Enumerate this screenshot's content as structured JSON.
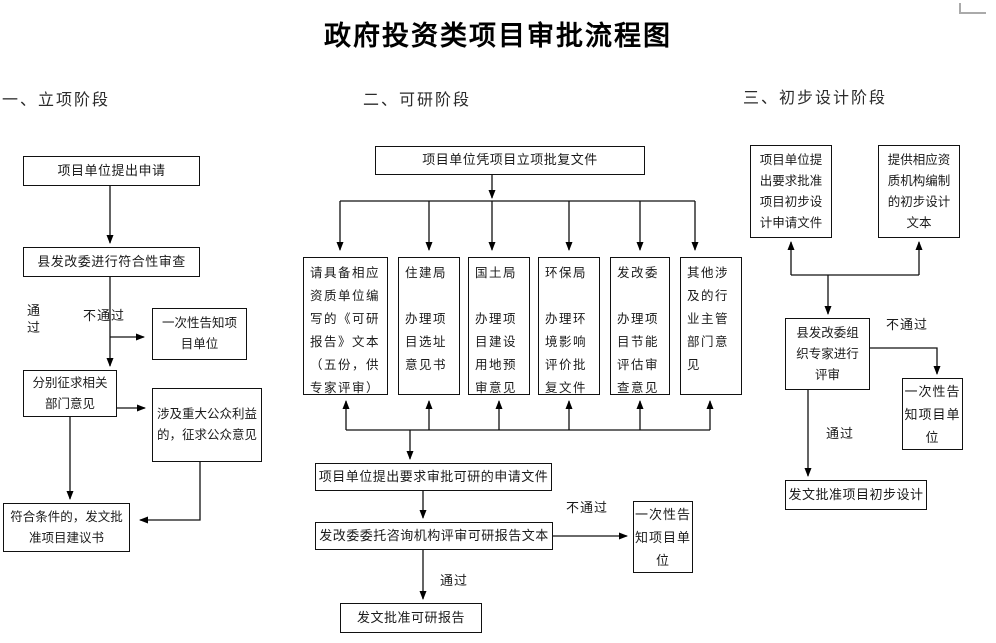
{
  "title": "政府投资类项目审批流程图",
  "stage1": {
    "heading": "一、立项阶段",
    "nodes": {
      "apply": "项目单位提出申请",
      "review": "县发改委进行符合性审查",
      "notify": "一次性告知项目单位",
      "consult": "分别征求相关部门意见",
      "public": "涉及重大公众利益的，征求公众意见",
      "approve": "符合条件的，发文批准项目建议书"
    },
    "labels": {
      "pass": "通过",
      "fail": "不通过"
    }
  },
  "stage2": {
    "heading": "二、可研阶段",
    "nodes": {
      "start": "项目单位凭项目立项批复文件",
      "parallel": [
        "请具备相应资质单位编写的《可研报告》文本（五份，供专家评审）",
        "住建局\n\n办理项目选址意见书",
        "国土局\n\n办理项目建设用地预审意见",
        "环保局\n\n办理环境影响评价批复文件",
        "发改委\n\n办理项目节能评估审查意见",
        "其他涉及的行业主管部门意见"
      ],
      "request": "项目单位提出要求审批可研的申请文件",
      "expert": "发改委委托咨询机构评审可研报告文本",
      "notify": "一次性告知项目单位",
      "approve": "发文批准可研报告"
    },
    "labels": {
      "pass": "通过",
      "fail": "不通过"
    }
  },
  "stage3": {
    "heading": "三、初步设计阶段",
    "nodes": {
      "request": "项目单位提出要求批准项目初步设计申请文件",
      "design_text": "提供相应资质机构编制的初步设计文本",
      "review": "县发改委组织专家进行评审",
      "notify": "一次性告知项目单位",
      "approve": "发文批准项目初步设计"
    },
    "labels": {
      "pass": "通过",
      "fail": "不通过"
    }
  }
}
